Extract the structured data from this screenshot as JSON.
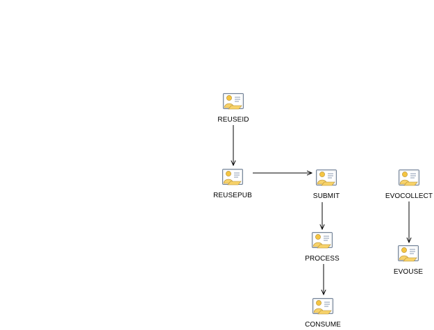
{
  "diagram": {
    "nodes": [
      {
        "id": "reuseid",
        "label": "REUSEID",
        "icon": "user-card-icon"
      },
      {
        "id": "reusepub",
        "label": "REUSEPUB",
        "icon": "user-card-icon"
      },
      {
        "id": "submit",
        "label": "SUBMIT",
        "icon": "user-card-icon"
      },
      {
        "id": "evocollect",
        "label": "EVOCOLLECT",
        "icon": "user-card-icon"
      },
      {
        "id": "process",
        "label": "PROCESS",
        "icon": "user-card-icon"
      },
      {
        "id": "evouse",
        "label": "EVOUSE",
        "icon": "user-card-icon"
      },
      {
        "id": "consume",
        "label": "CONSUME",
        "icon": "user-card-icon"
      }
    ],
    "edges": [
      {
        "from": "reuseid",
        "to": "reusepub"
      },
      {
        "from": "reusepub",
        "to": "submit"
      },
      {
        "from": "submit",
        "to": "process"
      },
      {
        "from": "process",
        "to": "consume"
      },
      {
        "from": "evocollect",
        "to": "evouse"
      }
    ],
    "colors": {
      "icon_frame": "#6e7f95",
      "icon_fill": "#f7d26a",
      "icon_head": "#f5c542",
      "edge": "#000000"
    }
  }
}
